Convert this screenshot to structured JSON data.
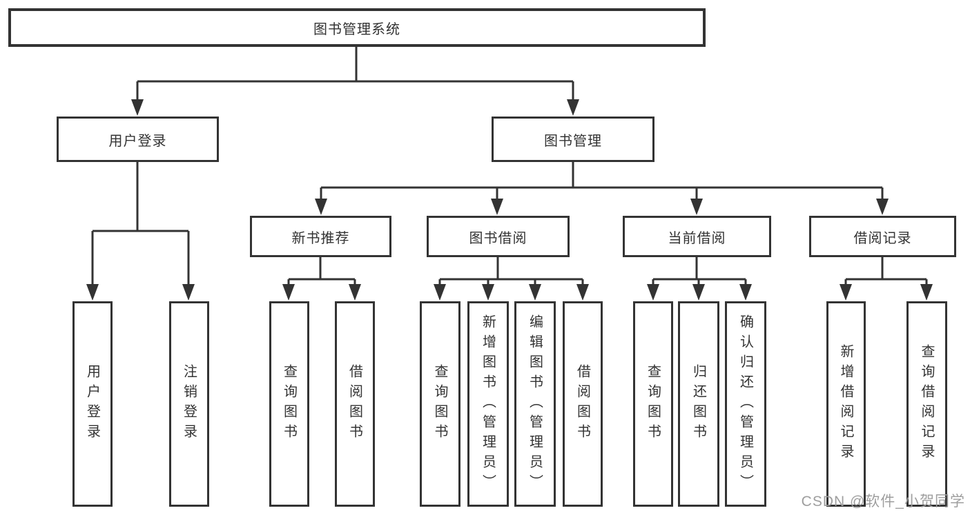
{
  "diagram_title": "图书管理系统",
  "nodes": {
    "root": "图书管理系统",
    "user_login": "用户登录",
    "book_management": "图书管理",
    "new_book_recommend": "新书推荐",
    "book_borrow": "图书借阅",
    "current_borrow": "当前借阅",
    "borrow_records": "借阅记录",
    "ul_user_login": "用户登录",
    "ul_logout": "注销登录",
    "nb_query_books": "查询图书",
    "nb_borrow_books": "借阅图书",
    "bb_query_books": "查询图书",
    "bb_add_books": "新增图书（管理员）",
    "bb_edit_books": "编辑图书（管理员）",
    "bb_borrow_books": "借阅图书",
    "cb_query_books": "查询图书",
    "cb_return_books": "归还图书",
    "cb_confirm_return": "确认归还（管理员）",
    "br_add_record": "新增借阅记录",
    "br_query_record": "查询借阅记录"
  },
  "watermark": "CSDN @软件_小贺同学",
  "colors": {
    "line": "#333333",
    "text": "#333333",
    "background": "#ffffff",
    "watermark": "#9e9e9e"
  }
}
